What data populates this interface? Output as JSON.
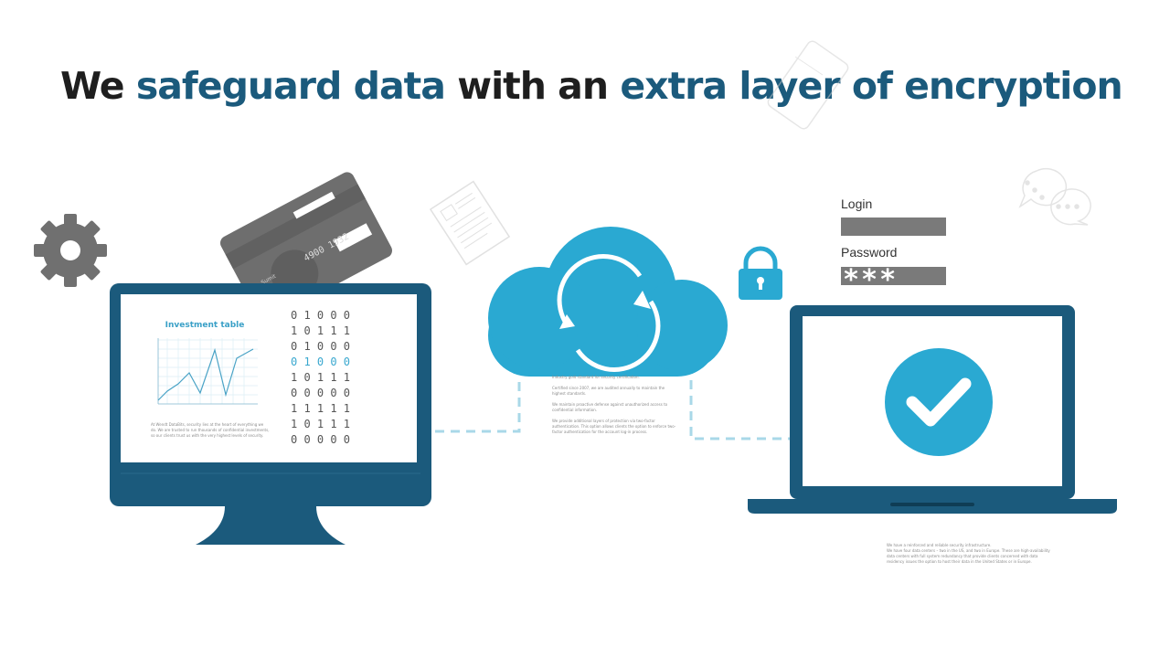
{
  "headline": {
    "w1": "We",
    "w2": "safeguard data",
    "w3": "with an",
    "w4": "extra layer of encryption"
  },
  "card": {
    "number": "4900 1932",
    "brand": "Sumit"
  },
  "monitor": {
    "chart_title": "Investment table",
    "chart_caption": "At Wendt DataBits, security lies at the heart of everything we do. We are trusted to run thousands of confidential investments, so our clients trust us with the very highest levels of security.",
    "binary_rows": [
      "0 1 0 0 0",
      "1 0 1 1 1",
      "0 1 0 0 0",
      "0 1 0 0 0",
      "1 0 1 1 1",
      "0 0 0 0 0",
      "1 1 1 1 1",
      "1 0 1 1 1",
      "0 0 0 0 0"
    ],
    "highlight_row": 3
  },
  "cloud_notes": [
    "Industry gold standard for security certification.",
    "Certified since 2007, we are audited annually to maintain the highest standards.",
    "We maintain proactive defense against unauthorized access to confidential information.",
    "We provide additional layers of protection via two-factor authentication. This option allows clients the option to enforce two-factor authentication for the account log-in process."
  ],
  "login": {
    "login_label": "Login",
    "password_label": "Password",
    "password_mask": "***"
  },
  "laptop_notes": [
    "We have a reinforced and reliable security infrastructure.",
    "We have four data centers – two in the US, and two in Europe. These are high-availability data centers with full system redundancy that provide clients concerned with data residency issues the option to host their data in the United States or in Europe."
  ],
  "colors": {
    "navy": "#1b5a7c",
    "dark_navy": "#17506f",
    "cyan": "#2aa9d2",
    "gray": "#7a7a7a",
    "text_dark": "#1e1e1e"
  }
}
